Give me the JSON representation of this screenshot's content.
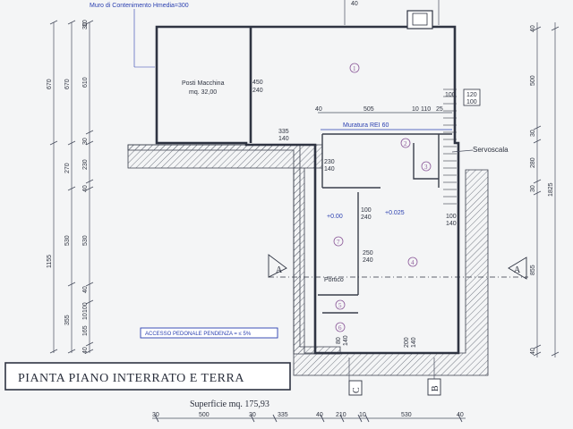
{
  "title": "PIANTA PIANO INTERRATO E TERRA",
  "surface": "Superficie mq. 175,93",
  "wall_note": "Muro di Contenimento Hmedia=300",
  "parking": {
    "name": "Posti Macchina",
    "area": "mq. 32,00"
  },
  "muratura": "Muratura REI 60",
  "servoscala": "Servoscala",
  "portico": "Portico",
  "access": "ACCESSO PEDONALE  PENDENZA = ≤ 5%",
  "elevations": {
    "upper": "+0.025",
    "lower": "+0.00"
  },
  "rooms": [
    "1",
    "2",
    "3",
    "4",
    "5",
    "6",
    "7"
  ],
  "sections": [
    "A",
    "A",
    "B",
    "C"
  ],
  "openings": {
    "garage": [
      "450",
      "240"
    ],
    "window1": [
      "120",
      "100"
    ],
    "door_335": [
      "335",
      "140"
    ],
    "door_230": [
      "230",
      "140"
    ],
    "door_100a": [
      "100",
      "240"
    ],
    "door_100b": [
      "100",
      "140"
    ],
    "door_250": [
      "250",
      "240"
    ],
    "door_80": [
      "80",
      "140"
    ],
    "door_200": [
      "200",
      "140"
    ]
  },
  "top_dims": [
    "40",
    "505",
    "10",
    "110",
    "25"
  ],
  "bottom_dims": [
    "30",
    "500",
    "30",
    "335",
    "40",
    "210",
    "10",
    "530",
    "40"
  ],
  "left_dims_outer": [
    "670",
    "1155"
  ],
  "left_dims_mid": [
    "670",
    "270",
    "530",
    "355"
  ],
  "left_dims_inner": [
    "30",
    "610",
    "30",
    "230",
    "40",
    "530",
    "40",
    "100",
    "10",
    "165",
    "40"
  ],
  "right_dims_outer": [
    "1825"
  ],
  "right_dims_inner": [
    "40",
    "500",
    "30",
    "280",
    "30",
    "855",
    "40"
  ],
  "top_marks": [
    "10",
    "40"
  ]
}
